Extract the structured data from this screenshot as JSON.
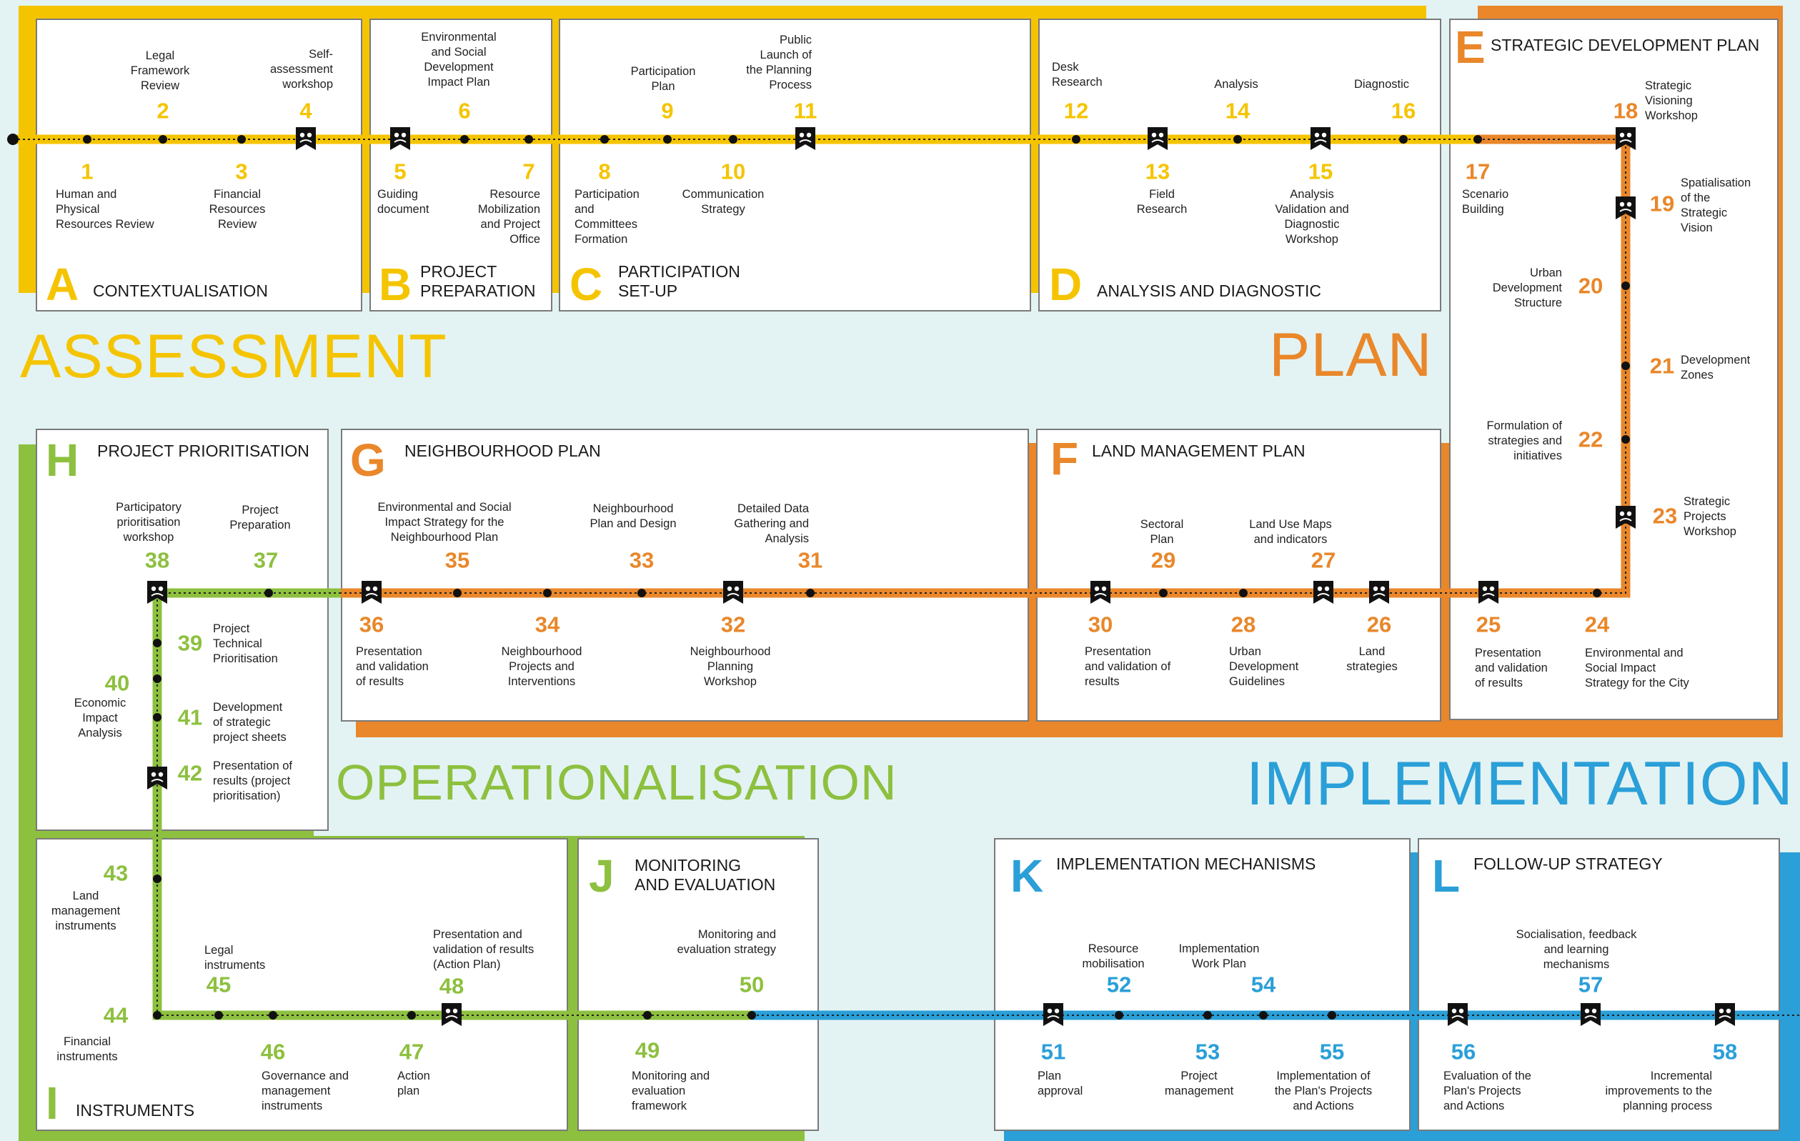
{
  "colors": {
    "yellow": "#f5c400",
    "orange": "#e9872a",
    "green": "#8dc03f",
    "blue": "#2a9fd8",
    "bg": "#e3f3f3"
  },
  "phases": {
    "assessment": "ASSESSMENT",
    "plan": "PLAN",
    "operationalisation": "OPERATIONALISATION",
    "implementation": "IMPLEMENTATION"
  },
  "blocks": {
    "A": {
      "letter": "A",
      "title": "CONTEXTUALISATION"
    },
    "B": {
      "letter": "B",
      "title": "PROJECT\nPREPARATION"
    },
    "C": {
      "letter": "C",
      "title": "PARTICIPATION\nSET-UP"
    },
    "D": {
      "letter": "D",
      "title": "ANALYSIS AND DIAGNOSTIC"
    },
    "E": {
      "letter": "E",
      "title": "STRATEGIC DEVELOPMENT PLAN"
    },
    "F": {
      "letter": "F",
      "title": "LAND MANAGEMENT PLAN"
    },
    "G": {
      "letter": "G",
      "title": "NEIGHBOURHOOD PLAN"
    },
    "H": {
      "letter": "H",
      "title": "PROJECT PRIORITISATION"
    },
    "I": {
      "letter": "I",
      "title": "INSTRUMENTS"
    },
    "J": {
      "letter": "J",
      "title": "MONITORING\nAND EVALUATION"
    },
    "K": {
      "letter": "K",
      "title": "IMPLEMENTATION MECHANISMS"
    },
    "L": {
      "letter": "L",
      "title": "FOLLOW-UP STRATEGY"
    }
  },
  "steps": [
    {
      "n": "1",
      "label": "Human and\nPhysical\nResources Review",
      "color": "yellow",
      "marker": "dot"
    },
    {
      "n": "2",
      "label": "Legal\nFramework\nReview",
      "color": "yellow",
      "marker": "dot"
    },
    {
      "n": "3",
      "label": "Financial\nResources\nReview",
      "color": "yellow",
      "marker": "dot"
    },
    {
      "n": "4",
      "label": "Self-\nassessment\nworkshop",
      "color": "yellow",
      "marker": "workshop"
    },
    {
      "n": "5",
      "label": "Guiding\ndocument",
      "color": "yellow",
      "marker": "workshop"
    },
    {
      "n": "6",
      "label": "Environmental\nand Social\nDevelopment\nImpact Plan",
      "color": "yellow",
      "marker": "dot"
    },
    {
      "n": "7",
      "label": "Resource\nMobilization\nand Project\nOffice",
      "color": "yellow",
      "marker": "dot"
    },
    {
      "n": "8",
      "label": "Participation\nand\nCommittees\nFormation",
      "color": "yellow",
      "marker": "dot"
    },
    {
      "n": "9",
      "label": "Participation\nPlan",
      "color": "yellow",
      "marker": "dot"
    },
    {
      "n": "10",
      "label": "Communication\nStrategy",
      "color": "yellow",
      "marker": "dot"
    },
    {
      "n": "11",
      "label": "Public\nLaunch of\nthe Planning\nProcess",
      "color": "yellow",
      "marker": "workshop"
    },
    {
      "n": "12",
      "label": "Desk\nResearch",
      "color": "yellow",
      "marker": "dot"
    },
    {
      "n": "13",
      "label": "Field\nResearch",
      "color": "yellow",
      "marker": "workshop"
    },
    {
      "n": "14",
      "label": "Analysis",
      "color": "yellow",
      "marker": "dot"
    },
    {
      "n": "15",
      "label": "Analysis\nValidation and\nDiagnostic\nWorkshop",
      "color": "yellow",
      "marker": "workshop"
    },
    {
      "n": "16",
      "label": "Diagnostic",
      "color": "yellow",
      "marker": "dot"
    },
    {
      "n": "17",
      "label": "Scenario\nBuilding",
      "color": "orange",
      "marker": "dot"
    },
    {
      "n": "18",
      "label": "Strategic\nVisioning\nWorkshop",
      "color": "orange",
      "marker": "workshop"
    },
    {
      "n": "19",
      "label": "Spatialisation\nof the\nStrategic\nVision",
      "color": "orange",
      "marker": "workshop"
    },
    {
      "n": "20",
      "label": "Urban\nDevelopment\nStructure",
      "color": "orange",
      "marker": "dot"
    },
    {
      "n": "21",
      "label": "Development\nZones",
      "color": "orange",
      "marker": "dot"
    },
    {
      "n": "22",
      "label": "Formulation of\nstrategies and\ninitiatives",
      "color": "orange",
      "marker": "dot"
    },
    {
      "n": "23",
      "label": "Strategic\nProjects\nWorkshop",
      "color": "orange",
      "marker": "workshop"
    },
    {
      "n": "24",
      "label": "Environmental and\nSocial Impact\nStrategy for the City",
      "color": "orange",
      "marker": "dot"
    },
    {
      "n": "25",
      "label": "Presentation\nand validation\nof results",
      "color": "orange",
      "marker": "workshop"
    },
    {
      "n": "26",
      "label": "Land\nstrategies",
      "color": "orange",
      "marker": "workshop"
    },
    {
      "n": "27",
      "label": "Land Use Maps\nand indicators",
      "color": "orange",
      "marker": "workshop"
    },
    {
      "n": "28",
      "label": "Urban\nDevelopment\nGuidelines",
      "color": "orange",
      "marker": "dot"
    },
    {
      "n": "29",
      "label": "Sectoral\nPlan",
      "color": "orange",
      "marker": "dot"
    },
    {
      "n": "30",
      "label": "Presentation\nand validation of\nresults",
      "color": "orange",
      "marker": "workshop"
    },
    {
      "n": "31",
      "label": "Detailed Data\nGathering and\nAnalysis",
      "color": "orange",
      "marker": "dot"
    },
    {
      "n": "32",
      "label": "Neighbourhood\nPlanning\nWorkshop",
      "color": "orange",
      "marker": "workshop"
    },
    {
      "n": "33",
      "label": "Neighbourhood\nPlan and Design",
      "color": "orange",
      "marker": "dot"
    },
    {
      "n": "34",
      "label": "Neighbourhood\nProjects and\nInterventions",
      "color": "orange",
      "marker": "dot"
    },
    {
      "n": "35",
      "label": "Environmental and Social\nImpact Strategy for the\nNeighbourhood Plan",
      "color": "orange",
      "marker": "dot"
    },
    {
      "n": "36",
      "label": "Presentation\nand validation\nof results",
      "color": "orange",
      "marker": "workshop"
    },
    {
      "n": "37",
      "label": "Project\nPreparation",
      "color": "green",
      "marker": "dot"
    },
    {
      "n": "38",
      "label": "Participatory\nprioritisation\nworkshop",
      "color": "green",
      "marker": "workshop"
    },
    {
      "n": "39",
      "label": "Project\nTechnical\nPrioritisation",
      "color": "green",
      "marker": "dot"
    },
    {
      "n": "40",
      "label": "Economic\nImpact\nAnalysis",
      "color": "green",
      "marker": "dot"
    },
    {
      "n": "41",
      "label": "Development\nof strategic\nproject sheets",
      "color": "green",
      "marker": "dot"
    },
    {
      "n": "42",
      "label": "Presentation of\nresults (project\nprioritisation)",
      "color": "green",
      "marker": "workshop"
    },
    {
      "n": "43",
      "label": "Land\nmanagement\ninstruments",
      "color": "green",
      "marker": "dot"
    },
    {
      "n": "44",
      "label": "Financial\ninstruments",
      "color": "green",
      "marker": "dot"
    },
    {
      "n": "45",
      "label": "Legal\ninstruments",
      "color": "green",
      "marker": "dot"
    },
    {
      "n": "46",
      "label": "Governance and\nmanagement\ninstruments",
      "color": "green",
      "marker": "dot"
    },
    {
      "n": "47",
      "label": "Action\nplan",
      "color": "green",
      "marker": "dot"
    },
    {
      "n": "48",
      "label": "Presentation and\nvalidation of results\n(Action Plan)",
      "color": "green",
      "marker": "workshop"
    },
    {
      "n": "49",
      "label": "Monitoring and\nevaluation\nframework",
      "color": "green",
      "marker": "dot"
    },
    {
      "n": "50",
      "label": "Monitoring and\nevaluation strategy",
      "color": "green",
      "marker": "dot"
    },
    {
      "n": "51",
      "label": "Plan\napproval",
      "color": "blue",
      "marker": "workshop"
    },
    {
      "n": "52",
      "label": "Resource\nmobilisation",
      "color": "blue",
      "marker": "dot"
    },
    {
      "n": "53",
      "label": "Project\nmanagement",
      "color": "blue",
      "marker": "dot"
    },
    {
      "n": "54",
      "label": "Implementation\nWork Plan",
      "color": "blue",
      "marker": "dot"
    },
    {
      "n": "55",
      "label": "Implementation of\nthe Plan's Projects\nand Actions",
      "color": "blue",
      "marker": "dot"
    },
    {
      "n": "56",
      "label": "Evaluation of the\nPlan's Projects\nand Actions",
      "color": "blue",
      "marker": "workshop"
    },
    {
      "n": "57",
      "label": "Socialisation, feedback\nand learning\nmechanisms",
      "color": "blue",
      "marker": "workshop"
    },
    {
      "n": "58",
      "label": "Incremental\nimprovements to the\nplanning process",
      "color": "blue",
      "marker": "workshop"
    }
  ]
}
